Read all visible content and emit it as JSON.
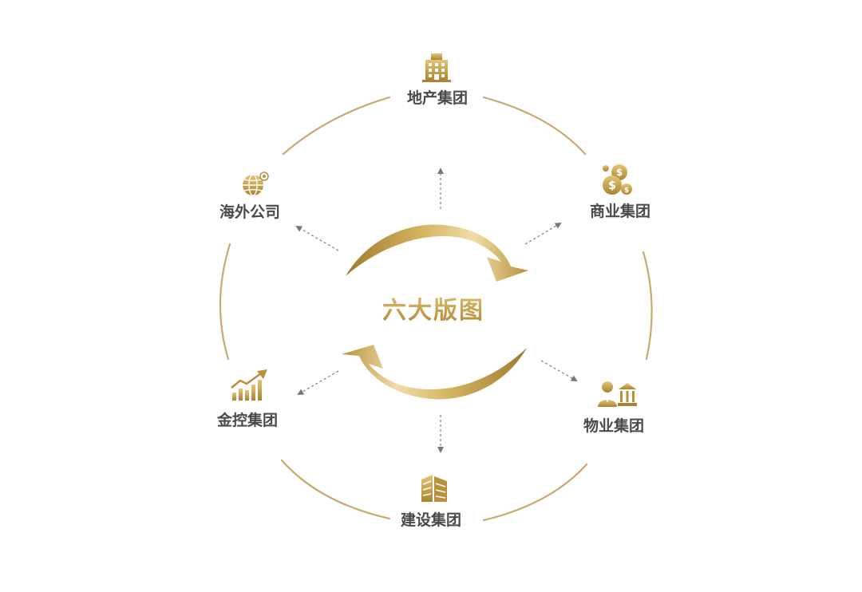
{
  "center": {
    "label": "六大版图"
  },
  "nodes": [
    {
      "id": "real-estate",
      "label": "地产集团",
      "icon": "office-building-icon"
    },
    {
      "id": "commercial",
      "label": "商业集团",
      "icon": "dollar-coins-icon"
    },
    {
      "id": "property",
      "label": "物业集团",
      "icon": "manager-bank-icon"
    },
    {
      "id": "construction",
      "label": "建设集团",
      "icon": "building-blocks-icon"
    },
    {
      "id": "financial",
      "label": "金控集团",
      "icon": "rising-bar-chart-icon"
    },
    {
      "id": "overseas",
      "label": "海外公司",
      "icon": "globe-icon"
    }
  ],
  "colors": {
    "gold": "#C9A24A",
    "gold_dark": "#9C7A2C",
    "gold_light": "#F2E2B6",
    "text": "#4a4a4a",
    "dotted": "#888888"
  }
}
